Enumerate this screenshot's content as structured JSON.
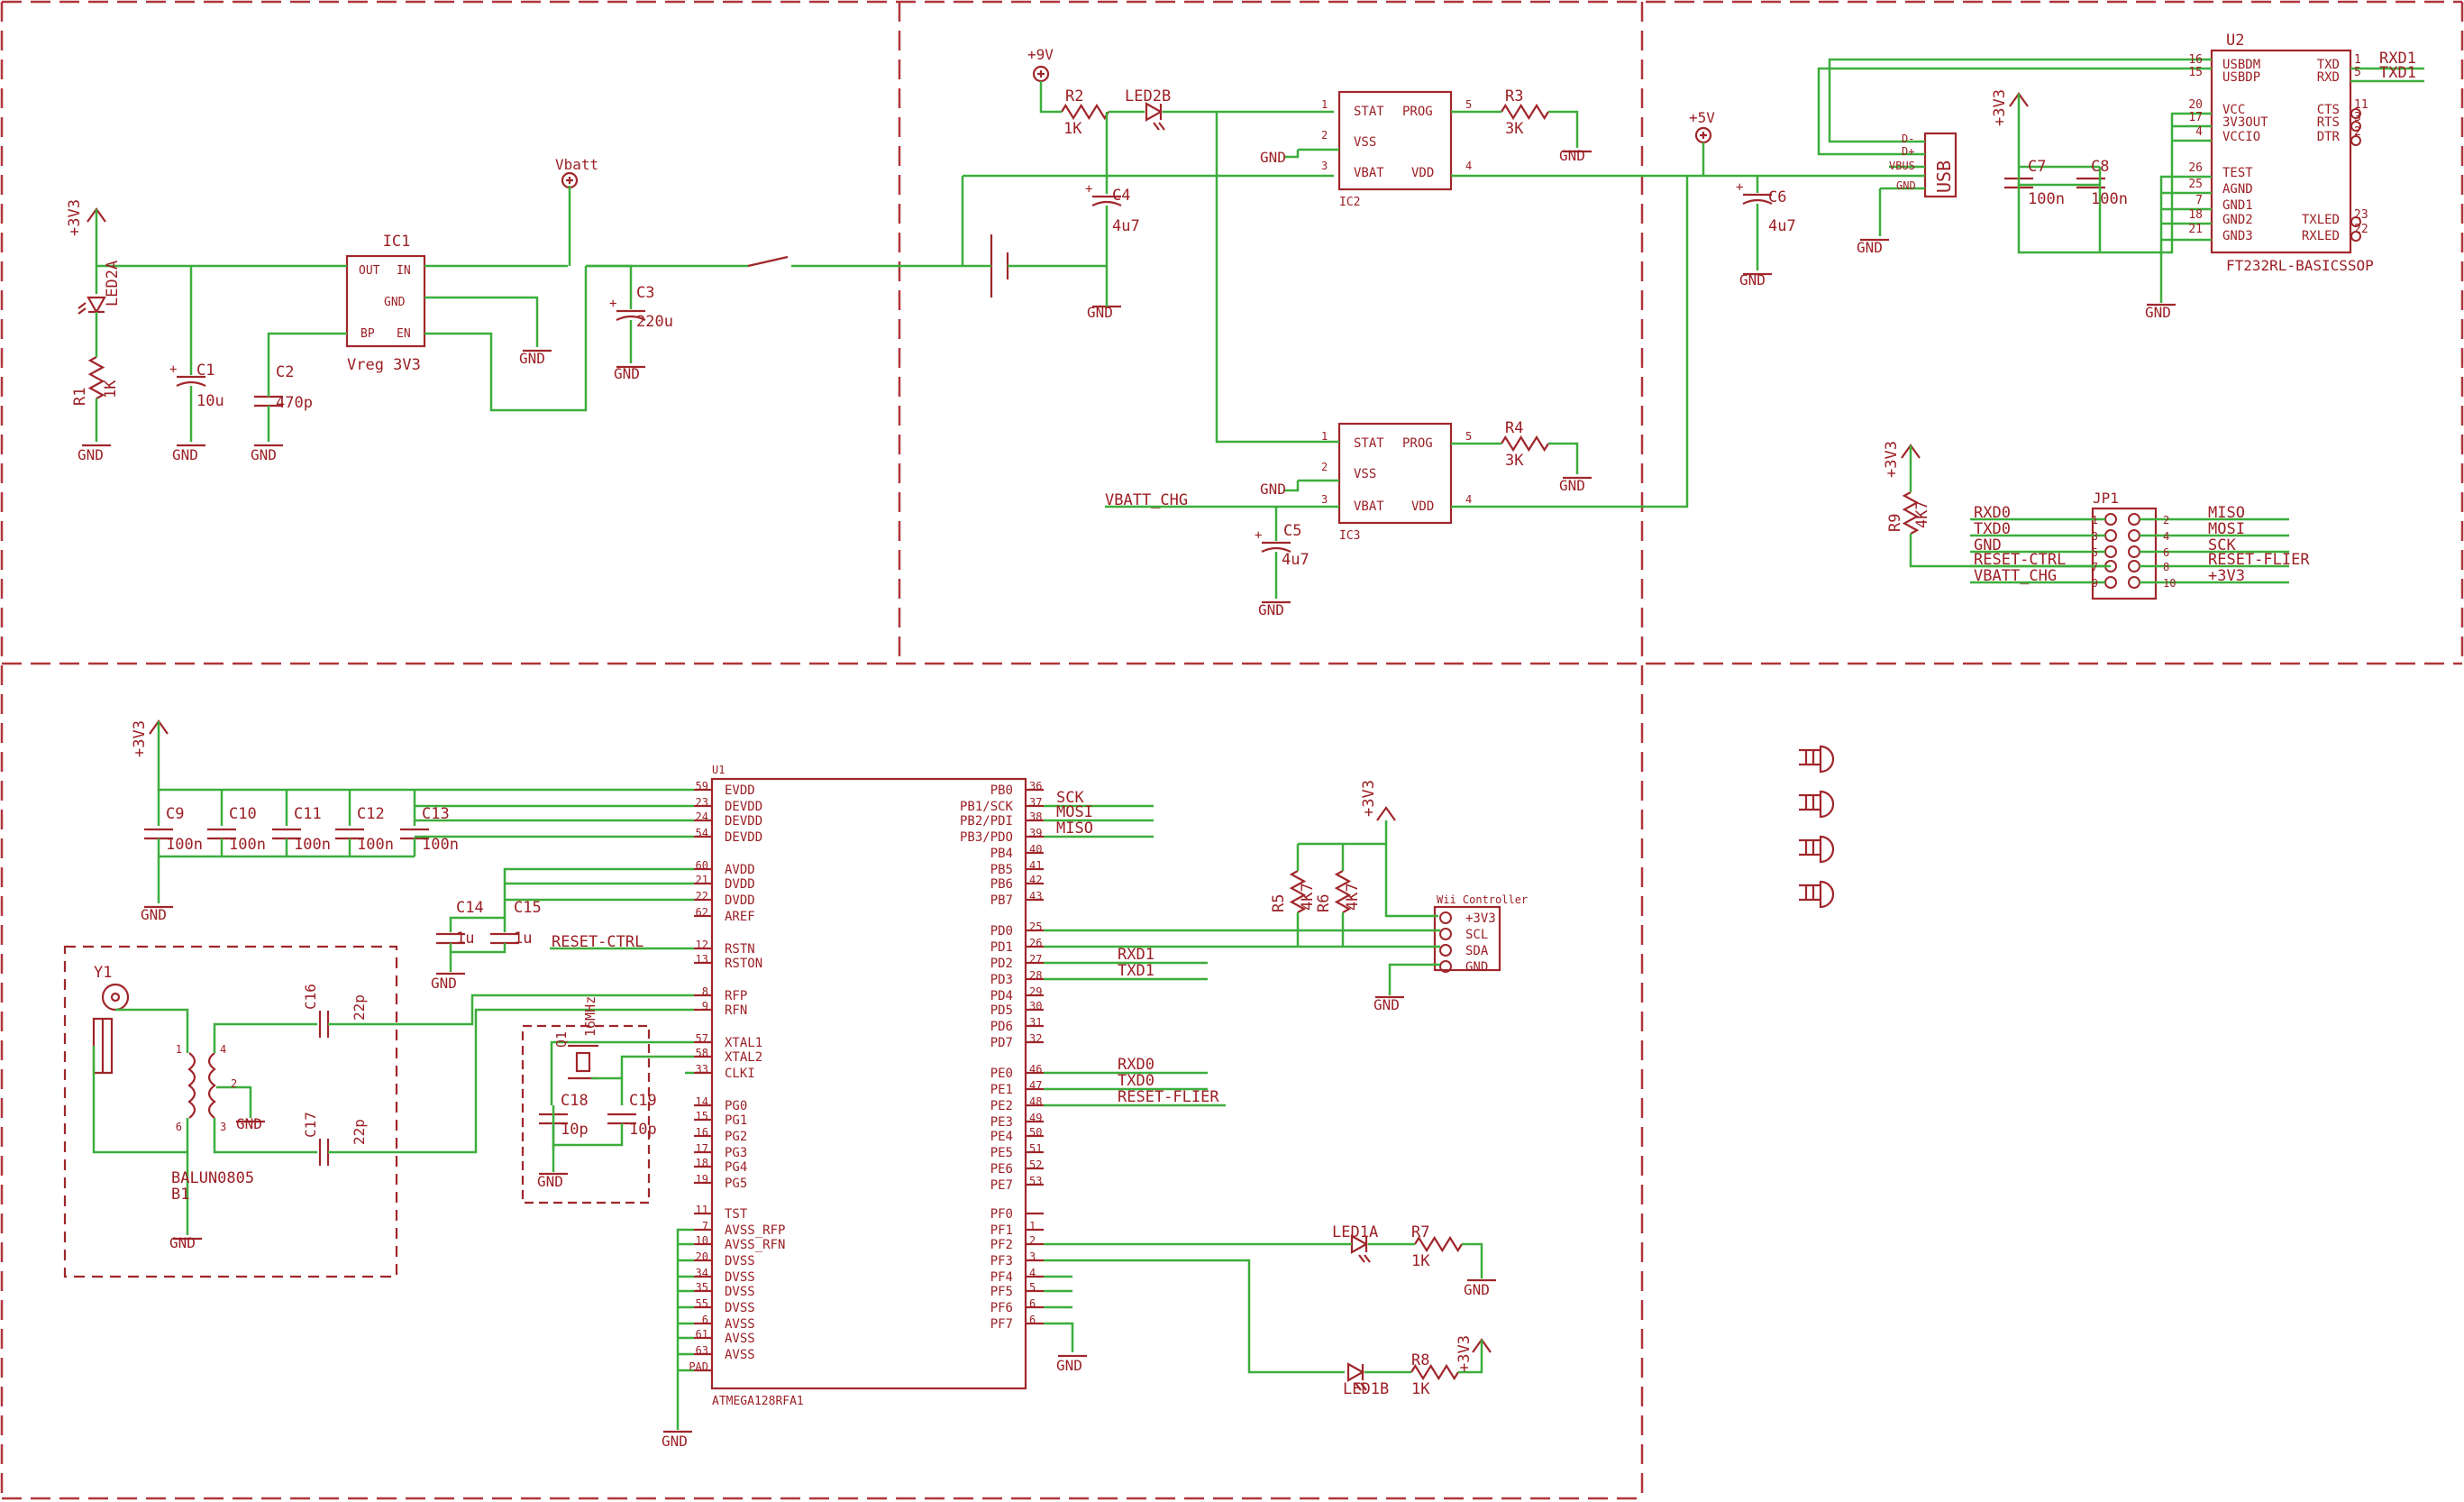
{
  "colors": {
    "wire": "#3cae3c",
    "part": "#a0262a",
    "text": "#9b1f24",
    "frame": "#b0353a",
    "bg": "#ffffff"
  },
  "texts": {
    "ic1": "IC1",
    "ic1_out": "OUT",
    "ic1_in": "IN",
    "ic1_gnd": "GND",
    "ic1_bp": "BP",
    "ic1_en": "EN",
    "ic1_val": "Vreg 3V3",
    "vbatt": "Vbatt",
    "p3v3_a": "+3V3",
    "led2a": "LED2A",
    "r1": "R1",
    "r1v": "1K",
    "c1": "C1",
    "c1v": "10u",
    "c2": "C2",
    "c2v": "470p",
    "c3": "C3",
    "c3v": "220u",
    "g_r1": "GND",
    "g_c1": "GND",
    "g_c2": "GND",
    "g_ic1": "GND",
    "g_c3": "GND",
    "p9v": "+9V",
    "r2": "R2",
    "r2v": "1K",
    "led2b": "LED2B",
    "c4": "C4",
    "c4v": "4u7",
    "g_c4": "GND",
    "ic2": "IC2",
    "ic2_stat": "STAT",
    "ic2_prog": "PROG",
    "ic2_vss": "VSS",
    "ic2_vbat": "VBAT",
    "ic2_vdd": "VDD",
    "ic2_p1": "1",
    "ic2_p2": "2",
    "ic2_p3": "3",
    "ic2_p4": "4",
    "ic2_p5": "5",
    "g_ic2": "GND",
    "r3": "R3",
    "r3v": "3K",
    "g_r3": "GND",
    "ic3": "IC3",
    "ic3_stat": "STAT",
    "ic3_prog": "PROG",
    "ic3_vss": "VSS",
    "ic3_vbat": "VBAT",
    "ic3_vdd": "VDD",
    "ic3_p1": "1",
    "ic3_p2": "2",
    "ic3_p3": "3",
    "ic3_p4": "4",
    "ic3_p5": "5",
    "g_ic3": "GND",
    "r4": "R4",
    "r4v": "3K",
    "g_r4": "GND",
    "vbatt_chg": "VBATT_CHG",
    "c5": "C5",
    "c5v": "4u7",
    "g_c5": "GND",
    "p5v": "+5V",
    "c6": "C6",
    "c6v": "4u7",
    "g_c6": "GND",
    "usb": "USB",
    "usb_dm": "D-",
    "usb_dp": "D+",
    "usb_vbus": "VBUS",
    "usb_gnd": "GND",
    "g_usb": "GND",
    "u2": "U2",
    "u2_val": "FT232RL-BASICSSOP",
    "u2_usbdm": "USBDM",
    "u2_usbdp": "USBDP",
    "u2_vcc": "VCC",
    "u2_3v3out": "3V3OUT",
    "u2_vccio": "VCCIO",
    "u2_test": "TEST",
    "u2_agnd": "AGND",
    "u2_gnd1": "GND1",
    "u2_gnd2": "GND2",
    "u2_gnd3": "GND3",
    "u2_txd": "TXD",
    "u2_rxd": "RXD",
    "u2_cts": "CTS",
    "u2_rts": "RTS",
    "u2_dtr": "DTR",
    "u2_txled": "TXLED",
    "u2_rxled": "RXLED",
    "u2_p16": "16",
    "u2_p15": "15",
    "u2_p20": "20",
    "u2_p17": "17",
    "u2_p4": "4",
    "u2_p26": "26",
    "u2_p25": "25",
    "u2_p7": "7",
    "u2_p18": "18",
    "u2_p21": "21",
    "u2_p1": "1",
    "u2_p5": "5",
    "u2_p11": "11",
    "u2_p3": "3",
    "u2_p2": "2",
    "u2_p23": "23",
    "u2_p22": "22",
    "rxd1_u2": "RXD1",
    "txd1_u2": "TXD1",
    "p3v3_u2": "+3V3",
    "c7": "C7",
    "c7v": "100n",
    "c8": "C8",
    "c8v": "100n",
    "g_u2": "GND",
    "p3v3_r9": "+3V3",
    "r9": "R9",
    "r9v": "4K7",
    "jp1": "JP1",
    "jp_l1": "RXD0",
    "jp_l2": "TXD0",
    "jp_l3": "GND",
    "jp_l4": "RESET-CTRL",
    "jp_l5": "VBATT_CHG",
    "jp_r1": "MISO",
    "jp_r2": "MOSI",
    "jp_r3": "SCK",
    "jp_r4": "RESET-FLIER",
    "jp_r5": "+3V3",
    "jp_p1": "1",
    "jp_p2": "2",
    "jp_p3": "3",
    "jp_p4": "4",
    "jp_p5": "5",
    "jp_p6": "6",
    "jp_p7": "7",
    "jp_p8": "8",
    "jp_p9": "9",
    "jp_p10": "10",
    "p3v3_c9": "+3V3",
    "c9": "C9",
    "c9v": "100n",
    "c10": "C10",
    "c10v": "100n",
    "c11": "C11",
    "c11v": "100n",
    "c12": "C12",
    "c12v": "100n",
    "c13": "C13",
    "c13v": "100n",
    "g_c9": "GND",
    "c14": "C14",
    "c14v": "1u",
    "c15": "C15",
    "c15v": "1u",
    "g_c14": "GND",
    "reset_ctrl_u1": "RESET-CTRL",
    "y1": "Y1",
    "balun": "BALUN0805",
    "b1": "B1",
    "g_balun": "GND",
    "g_b1": "GND",
    "c16": "C16",
    "c16v": "22p",
    "c17": "C17",
    "c17v": "22p",
    "q1": "Q1",
    "q1v": "16MHz",
    "c18": "C18",
    "c18v": "10p",
    "c19": "C19",
    "c19v": "10p",
    "g_c18": "GND",
    "b_p1": "1",
    "b_p2": "2",
    "b_p3": "3",
    "b_p4": "4",
    "b_p6": "6",
    "u1": "U1",
    "u1_val": "ATMEGA128RFA1",
    "l_evdd": "EVDD",
    "l_devdd1": "DEVDD",
    "l_devdd2": "DEVDD",
    "l_devdd3": "DEVDD",
    "l_avdd": "AVDD",
    "l_dvdd1": "DVDD",
    "l_dvdd2": "DVDD",
    "l_aref": "AREF",
    "l_rstn": "RSTN",
    "l_rston": "RSTON",
    "l_rfp": "RFP",
    "l_rfn": "RFN",
    "l_xtal1": "XTAL1",
    "l_xtal2": "XTAL2",
    "l_clki": "CLKI",
    "l_pg0": "PG0",
    "l_pg1": "PG1",
    "l_pg2": "PG2",
    "l_pg3": "PG3",
    "l_pg4": "PG4",
    "l_pg5": "PG5",
    "l_tst": "TST",
    "l_avssrfp": "AVSS_RFP",
    "l_avssrfn": "AVSS_RFN",
    "l_dvss1": "DVSS",
    "l_dvss2": "DVSS",
    "l_dvss3": "DVSS",
    "l_dvss4": "DVSS",
    "l_avss1": "AVSS",
    "l_avss2": "AVSS",
    "l_avss3": "AVSS",
    "n_59": "59",
    "n_23": "23",
    "n_24": "24",
    "n_54": "54",
    "n_60": "60",
    "n_21": "21",
    "n_22": "22",
    "n_62": "62",
    "n_12": "12",
    "n_13": "13",
    "n_8": "8",
    "n_9": "9",
    "n_57": "57",
    "n_58": "58",
    "n_33": "33",
    "n_14": "14",
    "n_15": "15",
    "n_16": "16",
    "n_17": "17",
    "n_18": "18",
    "n_19": "19",
    "n_11": "11",
    "n_7": "7",
    "n_10": "10",
    "n_20": "20",
    "n_34": "34",
    "n_35": "35",
    "n_55": "55",
    "n_6": "6",
    "n_61": "61",
    "n_63": "63",
    "n_pad": "PAD",
    "r_pb0": "PB0",
    "r_pb1": "PB1/SCK",
    "r_pb2": "PB2/PDI",
    "r_pb3": "PB3/PDO",
    "r_pb4": "PB4",
    "r_pb5": "PB5",
    "r_pb6": "PB6",
    "r_pb7": "PB7",
    "r_pd0": "PD0",
    "r_pd1": "PD1",
    "r_pd2": "PD2",
    "r_pd3": "PD3",
    "r_pd4": "PD4",
    "r_pd5": "PD5",
    "r_pd6": "PD6",
    "r_pd7": "PD7",
    "r_pe0": "PE0",
    "r_pe1": "PE1",
    "r_pe2": "PE2",
    "r_pe3": "PE3",
    "r_pe4": "PE4",
    "r_pe5": "PE5",
    "r_pe6": "PE6",
    "r_pe7": "PE7",
    "r_pf0": "PF0",
    "r_pf1": "PF1",
    "r_pf2": "PF2",
    "r_pf3": "PF3",
    "r_pf4": "PF4",
    "r_pf5": "PF5",
    "r_pf6": "PF6",
    "r_pf7": "PF7",
    "m_36": "36",
    "m_37": "37",
    "m_38": "38",
    "m_39": "39",
    "m_40": "40",
    "m_41": "41",
    "m_42": "42",
    "m_43": "43",
    "m_25": "25",
    "m_26": "26",
    "m_27": "27",
    "m_28": "28",
    "m_29": "29",
    "m_30": "30",
    "m_31": "31",
    "m_32": "32",
    "m_46": "46",
    "m_47": "47",
    "m_48": "48",
    "m_49": "49",
    "m_50": "50",
    "m_51": "51",
    "m_52": "52",
    "m_53": "53",
    "m_1": "1",
    "m_2": "2",
    "m_3": "3",
    "m_4": "4",
    "m_5": "5",
    "m_6b": "6",
    "g_u1": "GND",
    "g_pf7": "GND",
    "sck": "SCK",
    "mosi": "MOSI",
    "miso": "MISO",
    "rxd1_u1": "RXD1",
    "txd1_u1": "TXD1",
    "rxd0_u1": "RXD0",
    "txd0_u1": "TXD0",
    "reset_flier": "RESET-FLIER",
    "p3v3_wii": "+3V3",
    "r5": "R5",
    "r5v": "4K7",
    "r6": "R6",
    "r6v": "4K7",
    "wii": "Wii Controller",
    "wii_3v3": "+3V3",
    "wii_scl": "SCL",
    "wii_sda": "SDA",
    "wii_gnd": "GND",
    "g_wii": "GND",
    "led1a": "LED1A",
    "r7": "R7",
    "r7v": "1K",
    "g_r7": "GND",
    "led1b": "LED1B",
    "r8": "R8",
    "r8v": "1K",
    "p3v3_r8": "+3V3"
  }
}
